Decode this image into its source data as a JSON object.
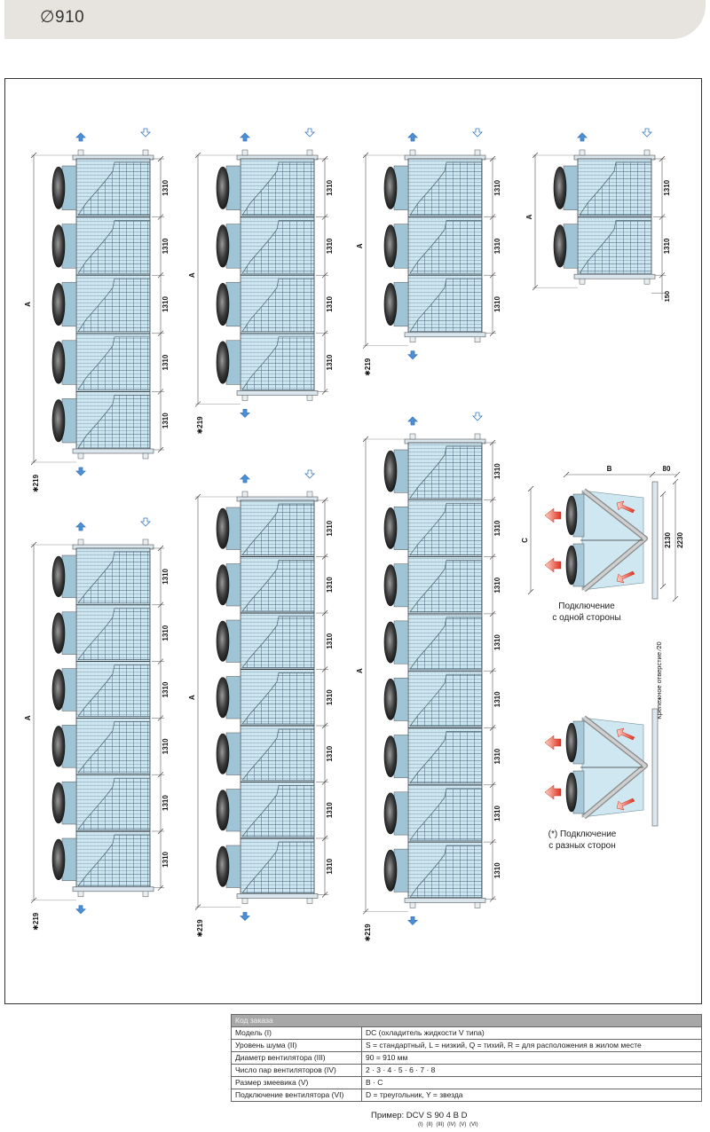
{
  "header": {
    "title": "∅910"
  },
  "drawing": {
    "module_dim": "1310",
    "dim_a": "A",
    "dim_b": "B",
    "dim_c": "C",
    "offset_219": "✱219",
    "offset_150": "150",
    "dim_80": "80",
    "dim_2130": "2130",
    "dim_2230": "2230",
    "mounting_hole": "Крепежное отверстие ∕20",
    "conn_one_side_1": "Подключение",
    "conn_one_side_2": "с одной стороны",
    "conn_diff_sides_1": "(*) Подключение",
    "conn_diff_sides_2": "с разных сторон"
  },
  "order_code": {
    "heading": "Код заказа",
    "rows": [
      {
        "label": "Модель (I)",
        "value": "DC (охладитель жидкости V типа)"
      },
      {
        "label": "Уровень шума (II)",
        "value": "S = стандартный, L = низкий, Q = тихий, R = для расположения в жилом месте"
      },
      {
        "label": "Диаметр вентилятора (III)",
        "value": "90 = 910 мм"
      },
      {
        "label": "Число пар вентиляторов (IV)",
        "value": "2 · 3 · 4 · 5 · 6 · 7 · 8"
      },
      {
        "label": "Размер змеевика (V)",
        "value": "B · C"
      },
      {
        "label": "Подключение вентилятора (VI)",
        "value": "D = треугольник, Y = звезда"
      }
    ],
    "example": "Пример: DCV S  90  4  B  D",
    "example_sub": "(I)  (II)  (III)  (IV)  (V)  (VI)"
  }
}
